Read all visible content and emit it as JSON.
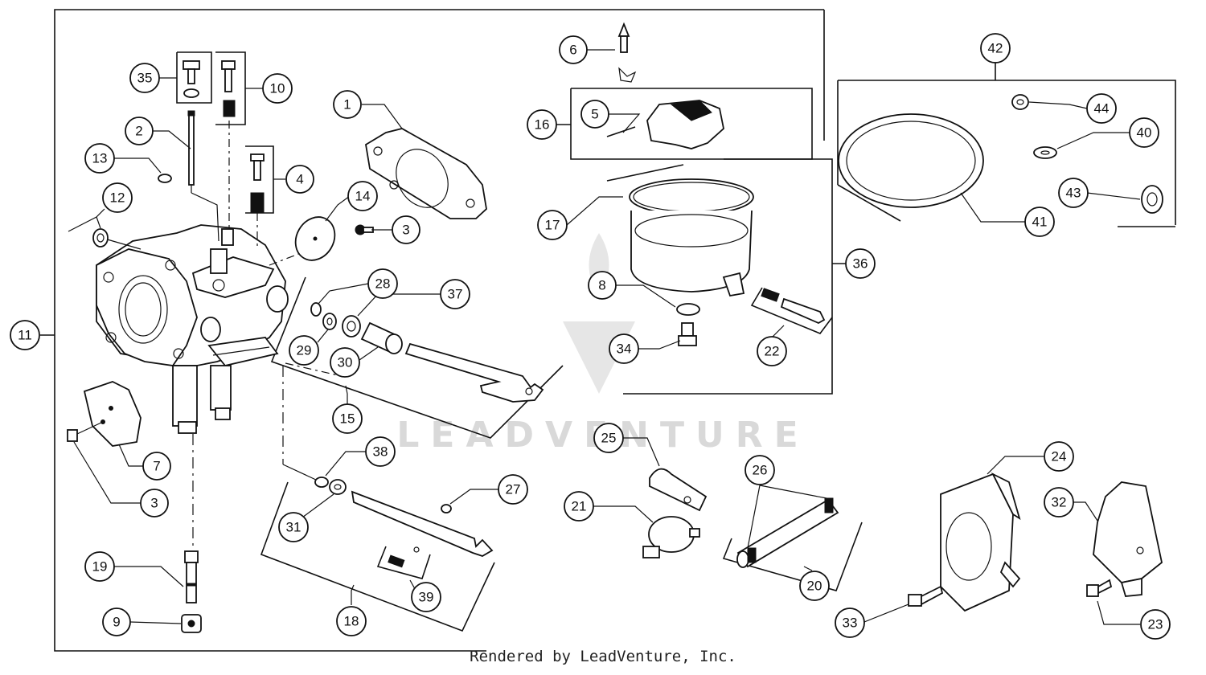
{
  "callouts": [
    "1",
    "2",
    "3",
    "4",
    "5",
    "6",
    "7",
    "8",
    "9",
    "10",
    "11",
    "12",
    "13",
    "14",
    "15",
    "16",
    "17",
    "18",
    "19",
    "20",
    "21",
    "22",
    "23",
    "24",
    "25",
    "26",
    "27",
    "28",
    "29",
    "30",
    "31",
    "32",
    "33",
    "34",
    "35",
    "36",
    "37",
    "38",
    "39",
    "40",
    "41",
    "42",
    "43",
    "44"
  ],
  "labels": {
    "c1": "1",
    "c2": "2",
    "c3a": "3",
    "c3b": "3",
    "c4": "4",
    "c5": "5",
    "c6": "6",
    "c7": "7",
    "c8a": "8",
    "c9": "9",
    "c10": "10",
    "c11": "11",
    "c12": "12",
    "c13": "13",
    "c14": "14",
    "c15": "15",
    "c16": "16",
    "c17": "17",
    "c18": "18",
    "c19": "19",
    "c20": "20",
    "c21": "21",
    "c22": "22",
    "c23": "23",
    "c24": "24",
    "c25": "25",
    "c26": "26",
    "c27": "27",
    "c28": "28",
    "c29": "29",
    "c30": "30",
    "c31": "31",
    "c32": "32",
    "c33": "33",
    "c34": "34",
    "c35": "35",
    "c36": "36",
    "c37": "37",
    "c38": "38",
    "c39": "39",
    "c40": "40",
    "c41": "41",
    "c42": "42",
    "c43": "43",
    "c44": "44"
  },
  "watermark": "LEADVENTURE",
  "footer": "Rendered by LeadVenture, Inc."
}
